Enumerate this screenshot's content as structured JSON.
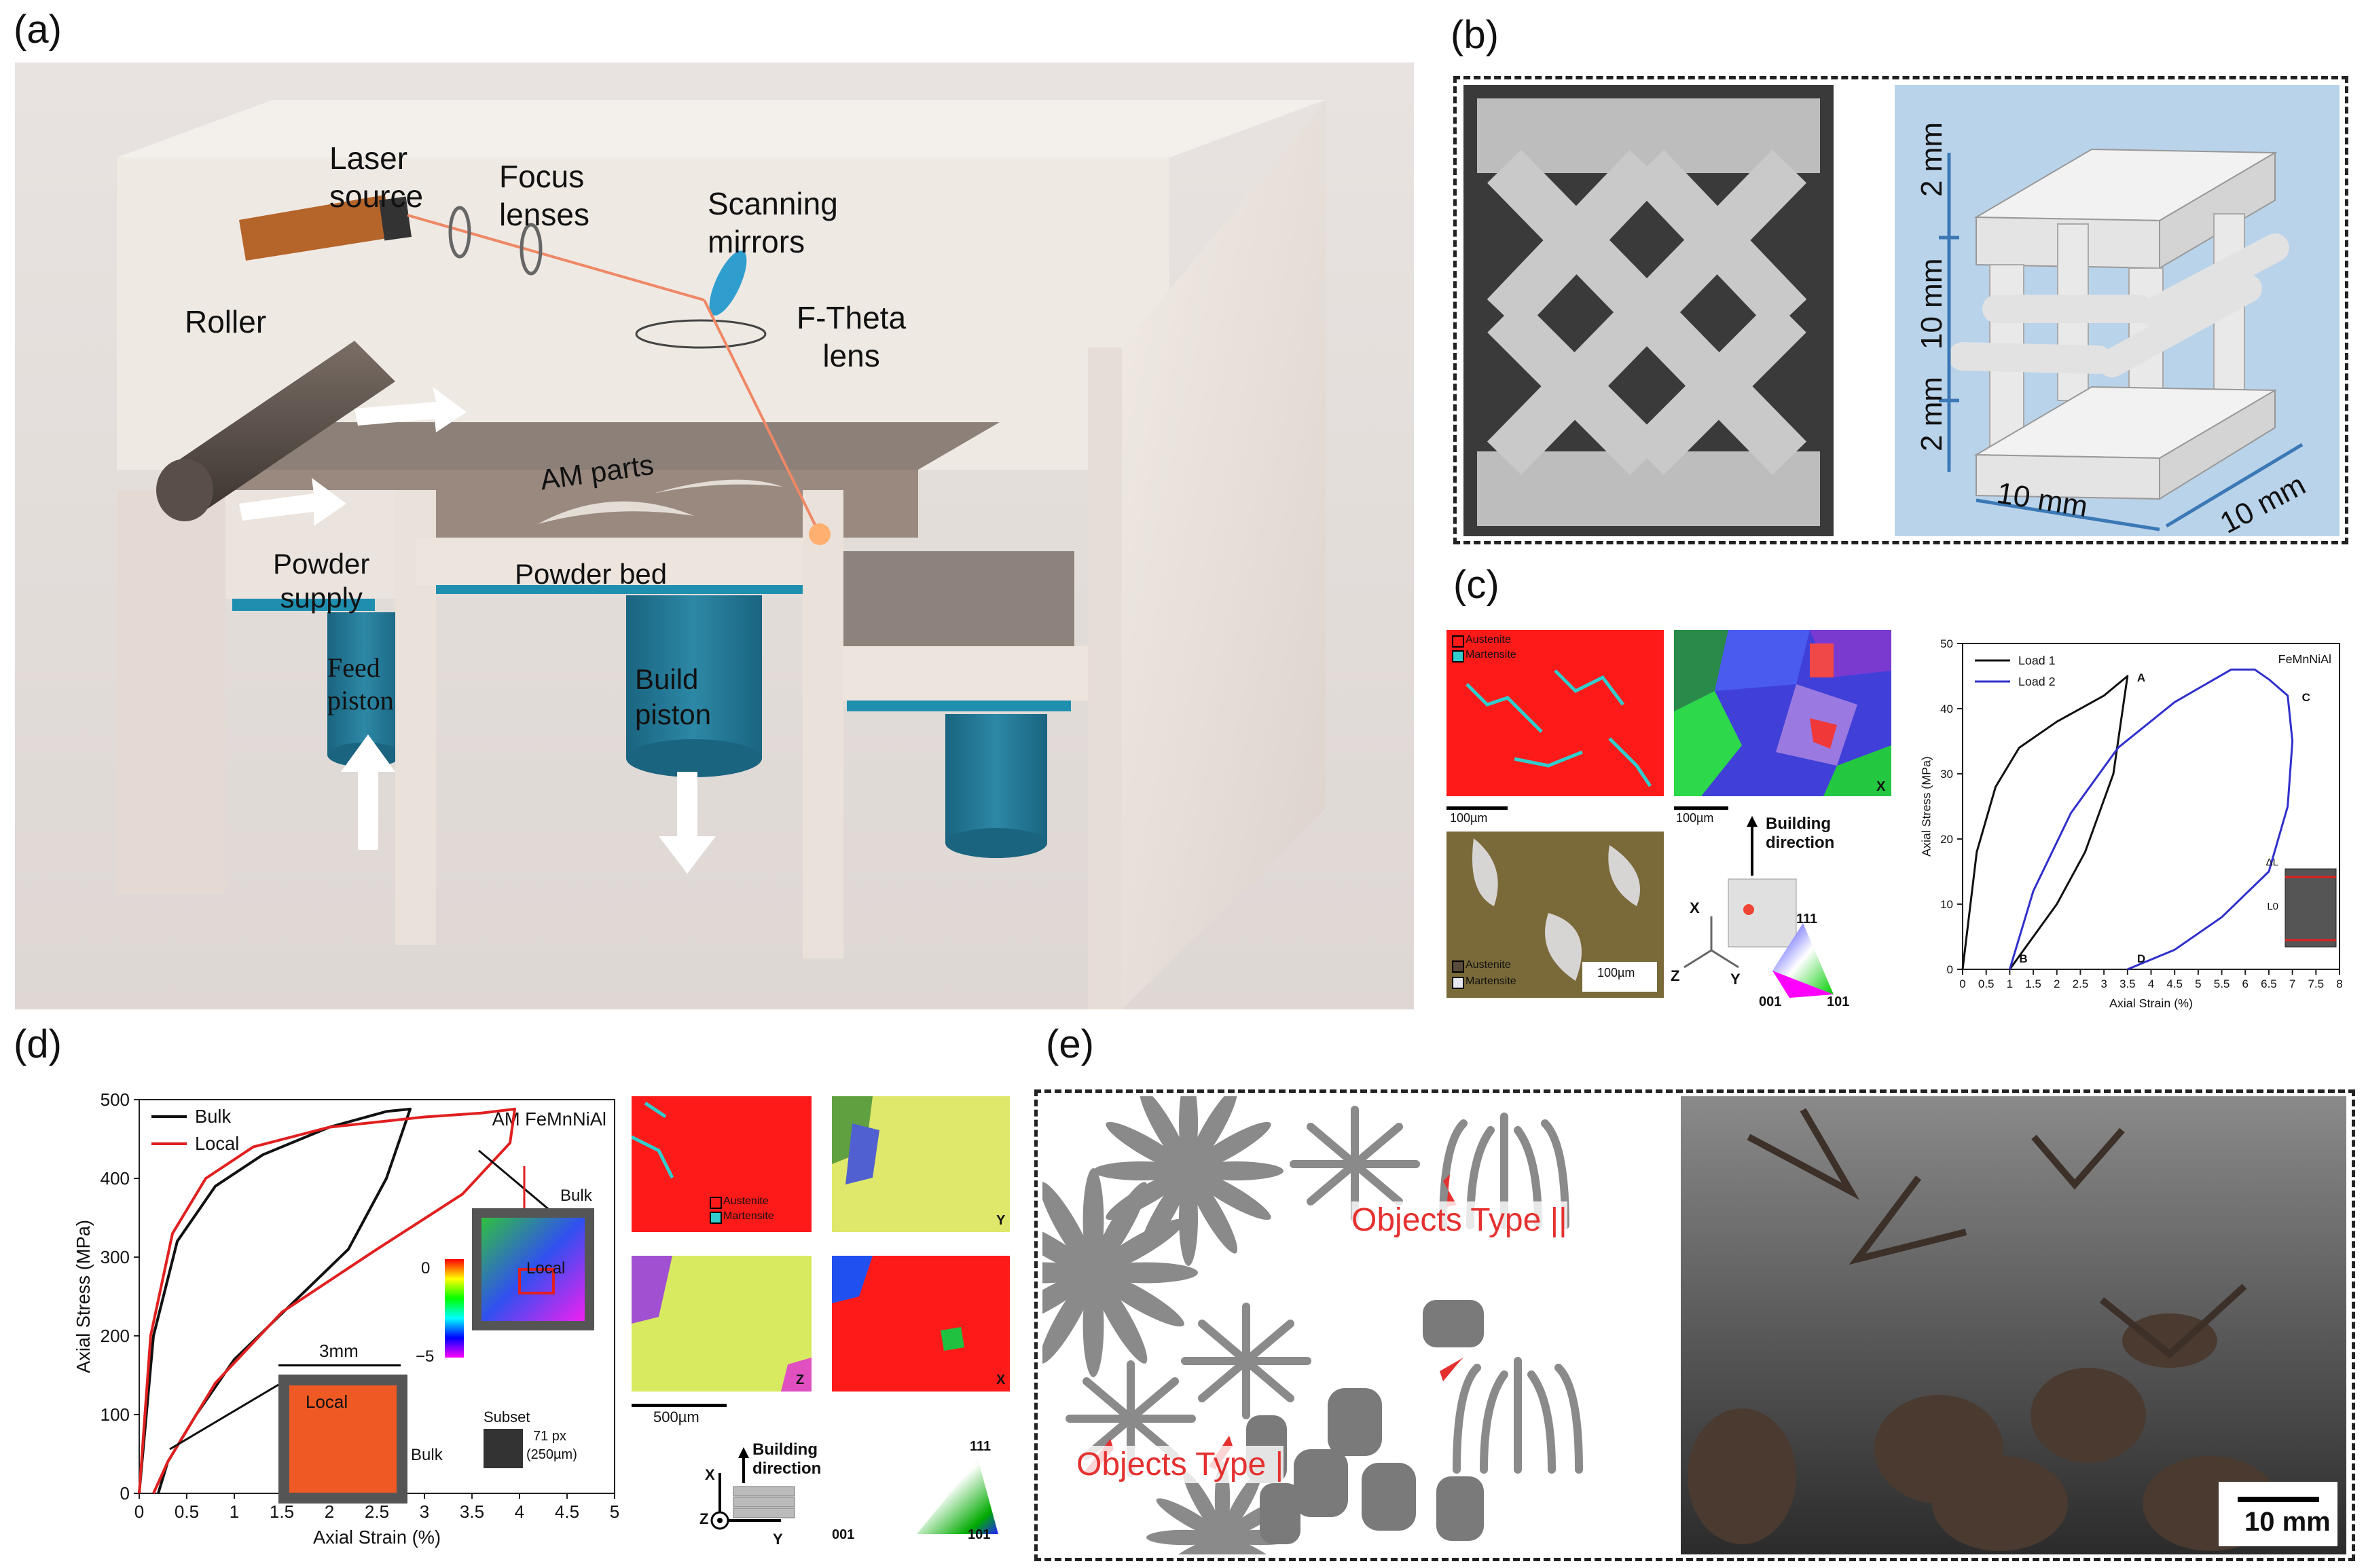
{
  "panel_labels": {
    "a": "(a)",
    "b": "(b)",
    "c": "(c)",
    "d": "(d)",
    "e": "(e)"
  },
  "panel_a": {
    "laser_source": [
      "Laser",
      "source"
    ],
    "focus_lenses": [
      "Focus",
      "lenses"
    ],
    "scanning_mirrors": [
      "Scanning",
      "mirrors"
    ],
    "f_theta": [
      "F-Theta",
      "lens"
    ],
    "roller": "Roller",
    "am_parts": "AM parts",
    "powder_supply": [
      "Powder",
      "supply"
    ],
    "powder_bed": "Powder bed",
    "feed_piston": [
      "Feed",
      "piston"
    ],
    "build_piston": [
      "Build",
      "piston"
    ]
  },
  "panel_b": {
    "dim_top": "2 mm",
    "dim_mid": "10 mm",
    "dim_bot": "2 mm",
    "dim_left": "10 mm",
    "dim_right": "10 mm"
  },
  "panel_c": {
    "legend_austenite": "Austenite",
    "legend_martensite": "Martensite",
    "scale_1": "100µm",
    "scale_2": "100µm",
    "scale_3": "100µm",
    "x_label": "X",
    "building_direction": [
      "Building",
      "direction"
    ],
    "axis_x": "X",
    "axis_y": "Y",
    "axis_z": "Z",
    "ipf_111": "111",
    "ipf_001": "001",
    "ipf_101": "101",
    "legend_austenite_2": "Austenite",
    "legend_martensite_2": "Martensite",
    "inset_delta_l": "ΔL",
    "inset_l0": "L0"
  },
  "panel_d": {
    "legend_austenite": "Austenite",
    "legend_martensite": "Martensite",
    "map_y": "Y",
    "map_z": "Z",
    "map_x": "X",
    "scale": "500µm",
    "building_direction": [
      "Building",
      "direction"
    ],
    "axis_x": "X",
    "axis_y": "Y",
    "axis_z": "Z",
    "ipf_111": "111",
    "ipf_001": "001",
    "ipf_101": "101",
    "scale_3mm": "3mm",
    "local_1": "Local",
    "bulk_1": "Bulk",
    "local_2": "Local",
    "bulk_2": "Bulk",
    "cbar_top": "0",
    "cbar_bot": "−5",
    "subset": "Subset",
    "subset_px": "71 px",
    "subset_um": "(250µm)"
  },
  "panel_e": {
    "type2": "Objects Type ||",
    "type1": "Objects Type |",
    "scale": "10 mm"
  },
  "colors": {
    "austenite": "#ff1a1a",
    "martensite": "#33cccc",
    "load1": "#111111",
    "load2": "#3030cc",
    "bulk": "#111111",
    "local": "#e02020",
    "annotation_red": "#e53030"
  },
  "chart_data": [
    {
      "type": "line",
      "title": "FeMnNiAl",
      "xlabel": "Axial Strain (%)",
      "ylabel": "Axial Stress (MPa)",
      "xlim": [
        0,
        8
      ],
      "ylim": [
        0,
        50
      ],
      "xticks": [
        "0",
        "0.5",
        "1",
        "1.5",
        "2",
        "2.5",
        "3",
        "3.5",
        "4",
        "4.5",
        "5",
        "5.5",
        "6",
        "6.5",
        "7",
        "7.5",
        "8"
      ],
      "yticks": [
        "0",
        "10",
        "20",
        "30",
        "40",
        "50"
      ],
      "legend": "top-left",
      "series": [
        {
          "name": "Load 1",
          "x": [
            0,
            0.3,
            0.7,
            1.2,
            2.0,
            3.0,
            3.5,
            3.2,
            2.6,
            2.0,
            1.5,
            1.0
          ],
          "y": [
            0,
            18,
            28,
            34,
            38,
            42,
            45,
            30,
            18,
            10,
            5,
            0
          ]
        },
        {
          "name": "Load 2",
          "x": [
            1.0,
            1.5,
            2.3,
            3.3,
            4.5,
            5.7,
            6.2,
            6.5,
            6.9,
            7.0,
            6.9,
            6.5,
            5.5,
            4.5,
            3.5
          ],
          "y": [
            0,
            12,
            24,
            34,
            41,
            46,
            46,
            44.5,
            42,
            35,
            25,
            15,
            8,
            3,
            0
          ]
        }
      ],
      "point_labels": [
        {
          "label": "A",
          "x": 3.5,
          "y": 45
        },
        {
          "label": "B",
          "x": 1.0,
          "y": 0
        },
        {
          "label": "C",
          "x": 7.0,
          "y": 42
        },
        {
          "label": "D",
          "x": 3.5,
          "y": 0
        }
      ]
    },
    {
      "type": "line",
      "title": "AM FeMnNiAl",
      "xlabel": "Axial Strain (%)",
      "ylabel": "Axial Stress (MPa)",
      "xlim": [
        0,
        5
      ],
      "ylim": [
        0,
        500
      ],
      "xticks": [
        "0",
        "0.5",
        "1",
        "1.5",
        "2",
        "2.5",
        "3",
        "3.5",
        "4",
        "4.5",
        "5"
      ],
      "yticks": [
        "0",
        "100",
        "200",
        "300",
        "400",
        "500"
      ],
      "legend": "top-left",
      "series": [
        {
          "name": "Bulk",
          "x": [
            0,
            0.15,
            0.4,
            0.8,
            1.3,
            2.0,
            2.6,
            2.85,
            2.6,
            2.2,
            1.6,
            1.0,
            0.6,
            0.3,
            0.2
          ],
          "y": [
            0,
            200,
            320,
            390,
            430,
            465,
            485,
            488,
            400,
            310,
            240,
            170,
            100,
            40,
            0
          ]
        },
        {
          "name": "Local",
          "x": [
            0,
            0.12,
            0.35,
            0.7,
            1.2,
            2.0,
            3.0,
            3.6,
            3.95,
            3.9,
            3.4,
            2.5,
            1.5,
            0.8,
            0.3,
            0.15
          ],
          "y": [
            0,
            200,
            330,
            400,
            440,
            465,
            478,
            483,
            488,
            445,
            380,
            310,
            230,
            140,
            40,
            0
          ]
        }
      ]
    }
  ]
}
